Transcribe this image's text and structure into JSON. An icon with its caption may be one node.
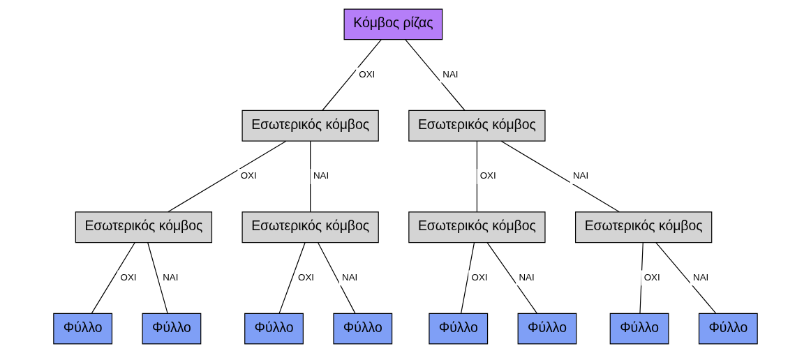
{
  "diagram": {
    "nodes": [
      {
        "text": [
          "Κόμβος ρίζας"
        ]
      },
      {
        "text": [
          "Εσωτερικός κόμβος"
        ]
      },
      {
        "text": [
          "Εσωτερικός κόμβος"
        ]
      },
      {
        "text": [
          "Εσωτερικός κόμβος"
        ]
      },
      {
        "text": [
          "Εσωτερικός κόμβος"
        ]
      },
      {
        "text": [
          "Εσωτερικός κόμβος"
        ]
      },
      {
        "text": [
          "Εσωτερικός κόμβος"
        ]
      },
      {
        "text": [
          "Φύλλο"
        ]
      },
      {
        "text": [
          "Φύλλο"
        ]
      },
      {
        "text": [
          "Φύλλο"
        ]
      },
      {
        "text": [
          "Φύλλο"
        ]
      },
      {
        "text": [
          "Φύλλο"
        ]
      },
      {
        "text": [
          "Φύλλο"
        ]
      },
      {
        "text": [
          "Φύλλο"
        ]
      },
      {
        "text": [
          "Φύλλο"
        ]
      }
    ],
    "edges": [
      {
        "from": 0,
        "to": 1,
        "arrow": "none",
        "label": "OXI"
      },
      {
        "from": 0,
        "to": 2,
        "arrow": "none",
        "label": "NAI"
      },
      {
        "from": 1,
        "to": 3,
        "arrow": "none",
        "label": "OXI"
      },
      {
        "from": 1,
        "to": 4,
        "arrow": "none",
        "label": "NAI"
      },
      {
        "from": 2,
        "to": 5,
        "arrow": "none",
        "label": "OXI"
      },
      {
        "from": 2,
        "to": 6,
        "arrow": "none",
        "label": "NAI"
      },
      {
        "from": 3,
        "to": 7,
        "arrow": "none",
        "label": "OXI"
      },
      {
        "from": 3,
        "to": 8,
        "arrow": "none",
        "label": "NAI"
      },
      {
        "from": 4,
        "to": 9,
        "arrow": "none",
        "label": "OXI"
      },
      {
        "from": 4,
        "to": 10,
        "arrow": "none",
        "label": "NAI"
      },
      {
        "from": 5,
        "to": 11,
        "arrow": "none",
        "label": "OXI"
      },
      {
        "from": 5,
        "to": 12,
        "arrow": "none",
        "label": "NAI"
      },
      {
        "from": 6,
        "to": 13,
        "arrow": "none",
        "label": "OXI"
      },
      {
        "from": 6,
        "to": 14,
        "arrow": "none",
        "label": "NAI"
      }
    ]
  }
}
